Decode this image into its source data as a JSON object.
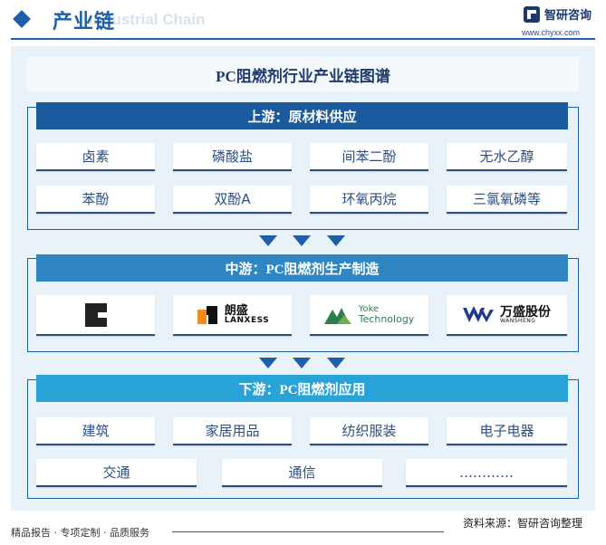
{
  "header": {
    "title": "产业链",
    "watermark": "Industrial Chain",
    "brand_name": "智研咨询",
    "brand_url": "www.chyxx.com"
  },
  "main_title": "PC阻燃剂行业产业链图谱",
  "upstream": {
    "title": "上游：原材料供应",
    "items": [
      "卤素",
      "磷酸盐",
      "间苯二酚",
      "无水乙醇",
      "苯酚",
      "双酚A",
      "环氧丙烷",
      "三氯氧磷等"
    ]
  },
  "midstream": {
    "title": "中游：PC阻燃剂生产制造",
    "companies": [
      {
        "icon": "clariant-logo"
      },
      {
        "name": "朗盛",
        "name_en": "LANXESS"
      },
      {
        "name": "Yoke",
        "sub": "Technology"
      },
      {
        "name": "万盛股份",
        "name_en": "WANSHENG"
      }
    ]
  },
  "downstream": {
    "title": "下游：PC阻燃剂应用",
    "items_row1": [
      "建筑",
      "家居用品",
      "纺织服装",
      "电子电器"
    ],
    "items_row2": [
      "交通",
      "通信",
      "…………"
    ]
  },
  "footer": {
    "left": "精品报告 · 专项定制 · 品质服务",
    "source": "资料来源：智研咨询整理"
  },
  "colors": {
    "primary": "#1d5fa8",
    "upstream_bar": "#1b5a9c",
    "midstream_bar": "#2f86c3",
    "downstream_bar": "#27a3d8",
    "panel_bg": "#e9f1f9"
  }
}
